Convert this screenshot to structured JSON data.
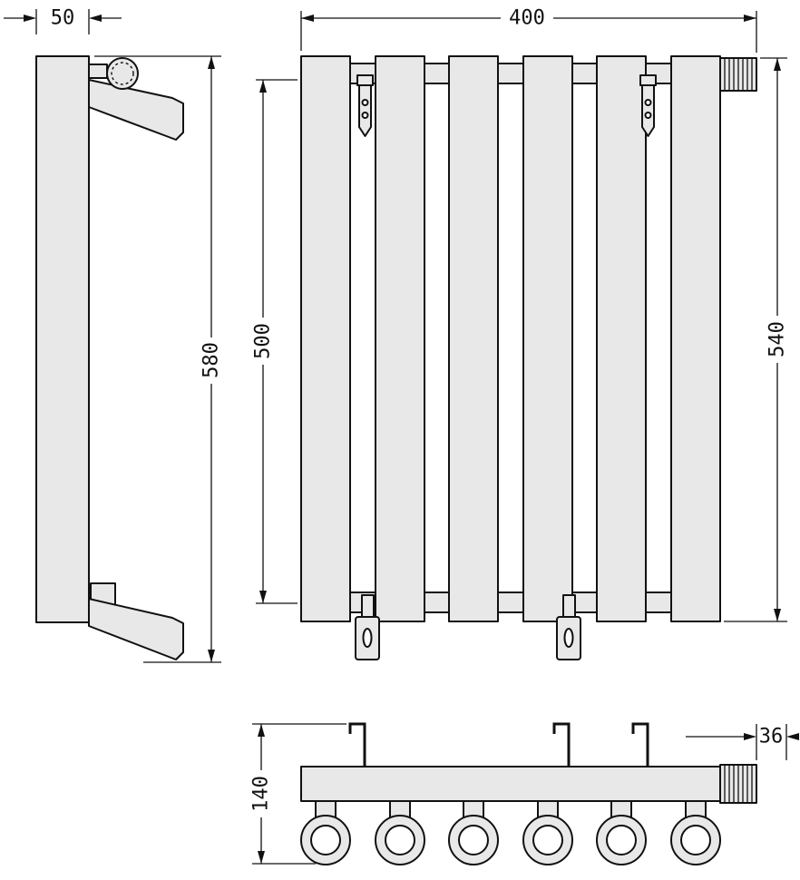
{
  "colors": {
    "line": "#111111",
    "fill": "#e8e8e8",
    "background": "#ffffff"
  },
  "dimensions": {
    "depth": "50",
    "width": "400",
    "overall_height": "580",
    "panel_height": "500",
    "total_height": "540",
    "base_height": "140",
    "cap_width": "36"
  }
}
